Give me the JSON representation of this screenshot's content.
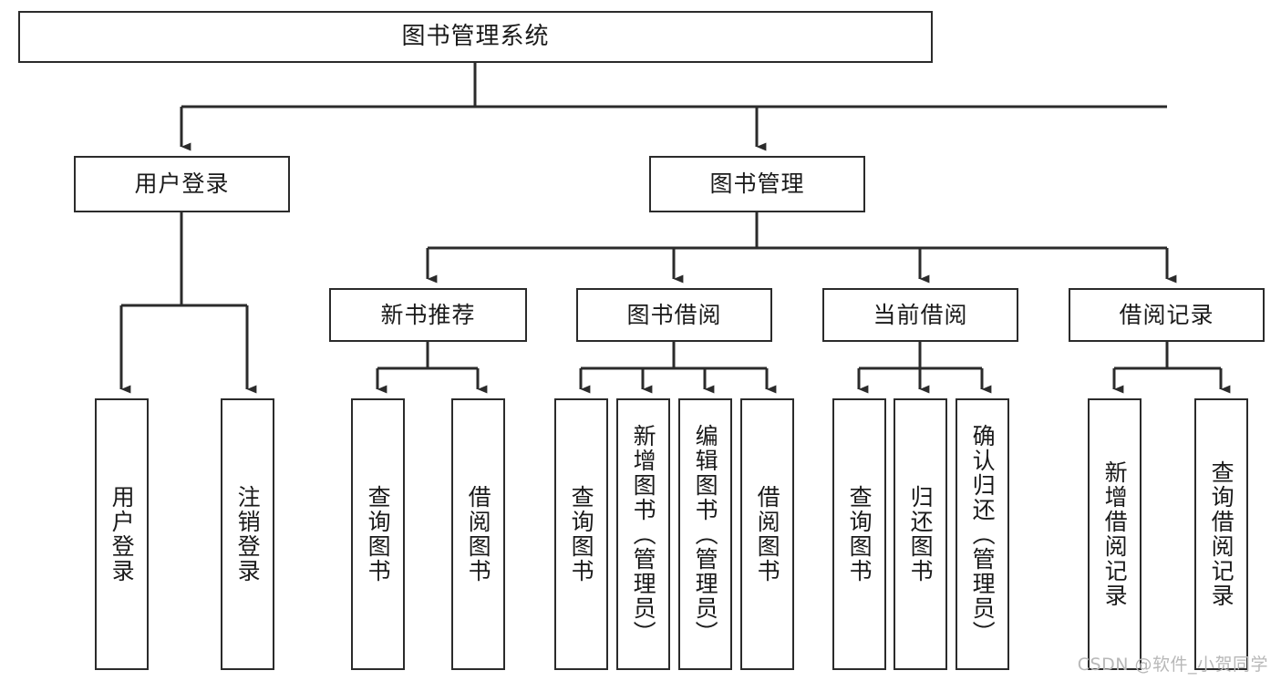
{
  "diagram": {
    "type": "hierarchy-tree",
    "title": "图书管理系统",
    "orientation": "top-down",
    "colors": {
      "box_stroke": "#2b2b2b",
      "box_fill": "#ffffff",
      "connector": "#2b2b2b",
      "text": "#1a1a1a",
      "watermark": "#b8b8b8"
    },
    "nodes": {
      "root": {
        "label": "图书管理系统",
        "level": 0
      },
      "l1_user_login": {
        "label": "用户登录",
        "level": 1
      },
      "l1_book_manage": {
        "label": "图书管理",
        "level": 1
      },
      "l2_new_book_rec": {
        "label": "新书推荐",
        "level": 2
      },
      "l2_book_borrow": {
        "label": "图书借阅",
        "level": 2
      },
      "l2_current_borrow": {
        "label": "当前借阅",
        "level": 2
      },
      "l2_borrow_record": {
        "label": "借阅记录",
        "level": 2
      },
      "l3_user_login": {
        "label": "用户登录",
        "level": 3
      },
      "l3_logout_login": {
        "label": "注销登录",
        "level": 3
      },
      "l3_query_book_a": {
        "label": "查询图书",
        "level": 3
      },
      "l3_borrow_book_a": {
        "label": "借阅图书",
        "level": 3
      },
      "l3_query_book_b": {
        "label": "查询图书",
        "level": 3
      },
      "l3_add_book": {
        "label": "新增图书（管理员）",
        "level": 3
      },
      "l3_edit_book": {
        "label": "编辑图书（管理员）",
        "level": 3
      },
      "l3_borrow_book_b": {
        "label": "借阅图书",
        "level": 3
      },
      "l3_query_book_c": {
        "label": "查询图书",
        "level": 3
      },
      "l3_return_book": {
        "label": "归还图书",
        "level": 3
      },
      "l3_confirm_return": {
        "label": "确认归还（管理员）",
        "level": 3
      },
      "l3_add_record": {
        "label": "新增借阅记录",
        "level": 3
      },
      "l3_query_record": {
        "label": "查询借阅记录",
        "level": 3
      }
    },
    "edges": [
      {
        "from": "root",
        "to": "l1_user_login"
      },
      {
        "from": "root",
        "to": "l1_book_manage"
      },
      {
        "from": "l1_user_login",
        "to": "l3_user_login"
      },
      {
        "from": "l1_user_login",
        "to": "l3_logout_login"
      },
      {
        "from": "l1_book_manage",
        "to": "l2_new_book_rec"
      },
      {
        "from": "l1_book_manage",
        "to": "l2_book_borrow"
      },
      {
        "from": "l1_book_manage",
        "to": "l2_current_borrow"
      },
      {
        "from": "l1_book_manage",
        "to": "l2_borrow_record"
      },
      {
        "from": "l2_new_book_rec",
        "to": "l3_query_book_a"
      },
      {
        "from": "l2_new_book_rec",
        "to": "l3_borrow_book_a"
      },
      {
        "from": "l2_book_borrow",
        "to": "l3_query_book_b"
      },
      {
        "from": "l2_book_borrow",
        "to": "l3_add_book"
      },
      {
        "from": "l2_book_borrow",
        "to": "l3_edit_book"
      },
      {
        "from": "l2_book_borrow",
        "to": "l3_borrow_book_b"
      },
      {
        "from": "l2_current_borrow",
        "to": "l3_query_book_c"
      },
      {
        "from": "l2_current_borrow",
        "to": "l3_return_book"
      },
      {
        "from": "l2_current_borrow",
        "to": "l3_confirm_return"
      },
      {
        "from": "l2_borrow_record",
        "to": "l3_add_record"
      },
      {
        "from": "l2_borrow_record",
        "to": "l3_query_record"
      }
    ]
  },
  "watermark": {
    "text": "CSDN @软件_小贺同学"
  }
}
